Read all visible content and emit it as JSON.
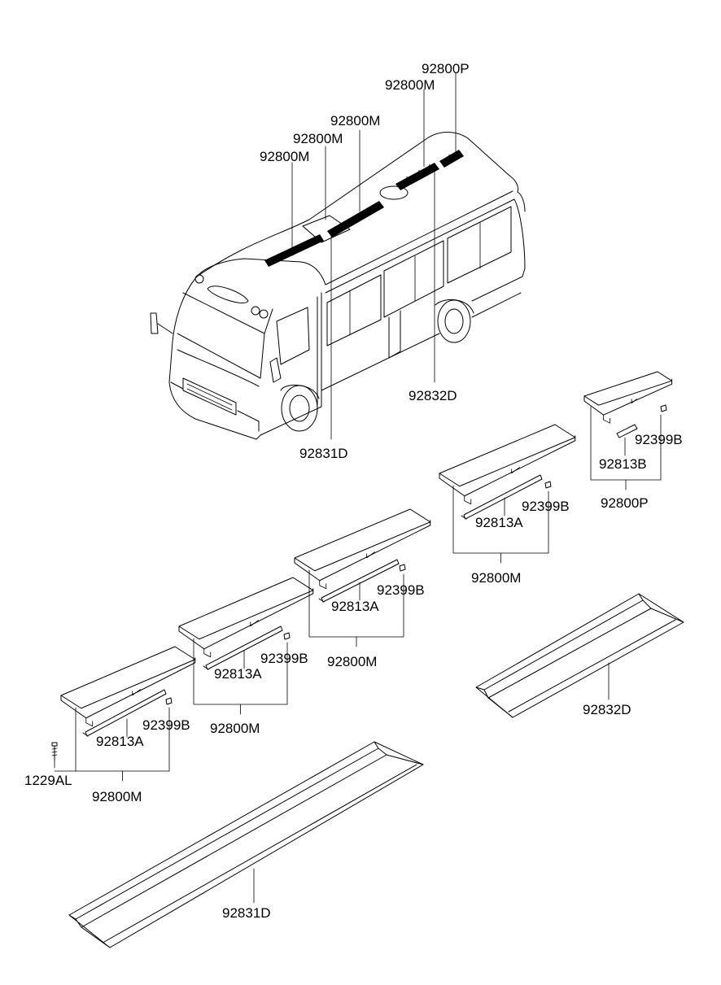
{
  "labels": {
    "roof_92800P": "92800P",
    "roof_92800M_d": "92800M",
    "roof_92800M_c": "92800M",
    "roof_92800M_b": "92800M",
    "roof_92800M_a": "92800M",
    "roof_92832D": "92832D",
    "roof_92831D": "92831D",
    "g1_92399B": "92399B",
    "g1_92813A": "92813A",
    "g1_92800M": "92800M",
    "g1_1229AL": "1229AL",
    "g2_92399B": "92399B",
    "g2_92813A": "92813A",
    "g2_92800M": "92800M",
    "g3_92399B": "92399B",
    "g3_92813A": "92813A",
    "g3_92800M": "92800M",
    "g4_92399B": "92399B",
    "g4_92813A": "92813A",
    "g4_92800M": "92800M",
    "g5_92399B": "92399B",
    "g5_92813B": "92813B",
    "g5_92800P": "92800P",
    "trim_92832D": "92832D",
    "trim_92831D": "92831D"
  }
}
